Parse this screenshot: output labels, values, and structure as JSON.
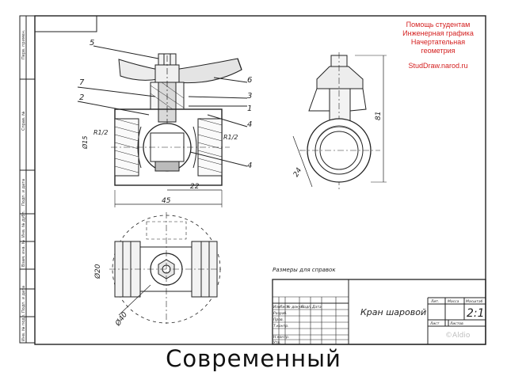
{
  "header": {
    "line1": "Помощь студентам",
    "line2": "Инженерная графика",
    "line3": "Начертательная геометрия",
    "site": "StudDraw.narod.ru"
  },
  "labels": {
    "part_top": "5",
    "part_7": "7",
    "part_2": "2",
    "part_6": "6",
    "part_3": "3",
    "part_1a": "1",
    "part_4a": "4",
    "part_4b": "4",
    "thread_left": "R1/2",
    "thread_right": "R1/2",
    "dia": "Ø15",
    "dim_22": "22",
    "dim_45": "45",
    "dim_height": "81",
    "dim_24": "24",
    "dim_d20": "Ø20",
    "dim_d40": "Ø40"
  },
  "note": "Размеры для справок",
  "title_block": {
    "title": "Кран шаровой",
    "scale": "2:1",
    "col_lit": "Лит.",
    "col_mass": "Масса",
    "col_scale": "Масштаб",
    "col_sheet": "Лист",
    "col_sheets": "Листов",
    "col_izm": "Изм",
    "col_list": "Лист",
    "col_doc": "№ докум.",
    "col_sign": "Подп.",
    "col_date": "Дата",
    "row_razrab": "Разраб.",
    "row_prov": "Пров.",
    "row_tkontr": "Т.контр.",
    "row_nkontr": "Н.контр.",
    "row_utv": "Утв.",
    "watermark": "©Aldio"
  },
  "side_stamps": [
    "Перв. примен.",
    "Справ. №",
    "Подп. и дата",
    "Инв. № дубл.",
    "Взам. инв. №",
    "Подп. и дата",
    "Инв. № подл."
  ],
  "caption": "Современный"
}
